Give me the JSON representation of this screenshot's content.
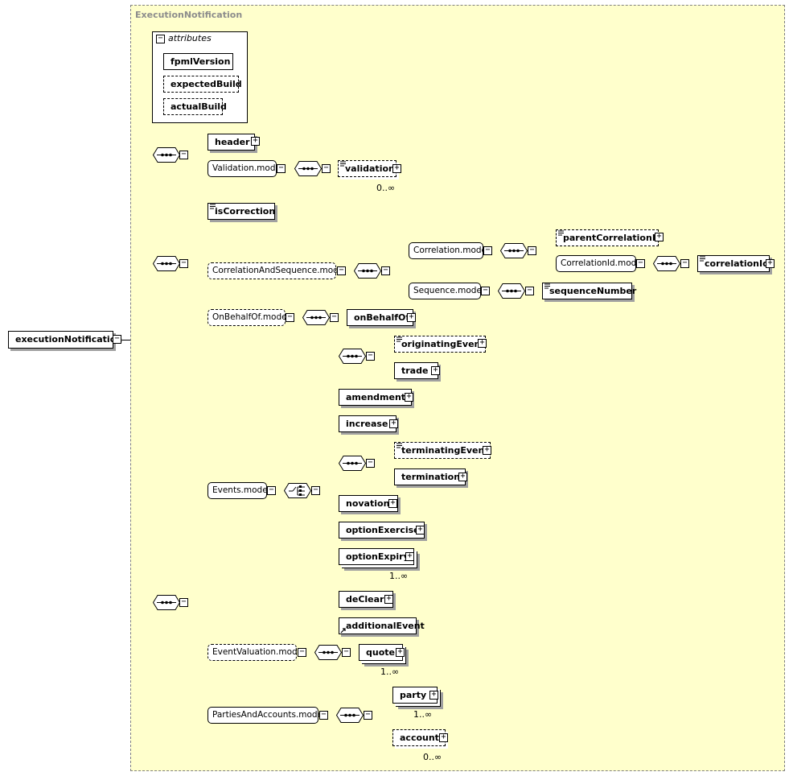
{
  "diagram": {
    "panel_title": "ExecutionNotification",
    "root": "executionNotification",
    "attributes": {
      "header": "attributes",
      "items": [
        "fpmlVersion",
        "expectedBuild",
        "actualBuild"
      ]
    },
    "elements": {
      "header": "header",
      "validation": "validation",
      "isCorrection": "isCorrection",
      "parentCorrelationId": "parentCorrelationId",
      "correlationId": "correlationId",
      "sequenceNumber": "sequenceNumber",
      "onBehalfOf": "onBehalfOf",
      "originatingEvent": "originatingEvent",
      "trade": "trade",
      "amendment": "amendment",
      "increase": "increase",
      "terminatingEvent": "terminatingEvent",
      "termination": "termination",
      "novation": "novation",
      "optionExercise": "optionExercise",
      "optionExpiry": "optionExpiry",
      "deClear": "deClear",
      "additionalEvent": "additionalEvent",
      "quote": "quote",
      "party": "party",
      "account": "account"
    },
    "groups": {
      "validation_model": "Validation.model",
      "correlation_and_sequence_model": "CorrelationAndSequence.model",
      "correlation_model": "Correlation.model",
      "correlation_id_model": "CorrelationId.model",
      "sequence_model": "Sequence.model",
      "on_behalf_of_model": "OnBehalfOf.model",
      "events_model": "Events.model",
      "event_valuation_model": "EventValuation.model",
      "parties_and_accounts_model": "PartiesAndAccounts.model"
    },
    "cardinalities": {
      "validation": "0..∞",
      "optionExpiry": "1..∞",
      "quote": "1..∞",
      "party": "1..∞",
      "account": "0..∞"
    },
    "toggles": {
      "expanded": "−",
      "collapsed": "+"
    },
    "icons": {
      "sequence": "sequence-compositor-icon",
      "choice": "choice-compositor-icon",
      "annotation": "annotation-icon",
      "reference": "reference-arrow-icon"
    },
    "colors": {
      "panel_background": "#ffffcc",
      "panel_border": "#808080",
      "title_text": "#8c8c8c",
      "line": "#000000",
      "shadow": "#a0a0a0"
    }
  }
}
